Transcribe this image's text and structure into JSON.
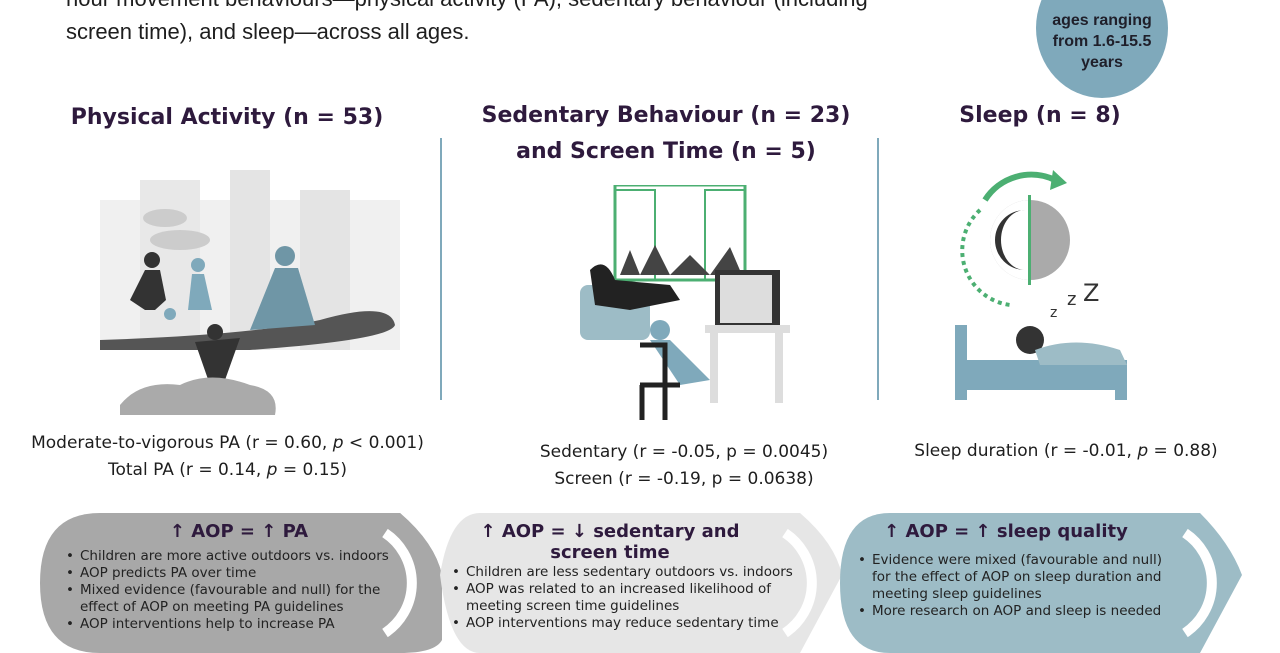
{
  "intro": {
    "line1": "hour movement behaviours—physical activity (PA), sedentary behaviour (including",
    "line2": "screen time), and sleep—across all ages."
  },
  "badge": {
    "lines": [
      "ages ranging",
      "from 1.6-15.5",
      "years"
    ]
  },
  "sections": [
    {
      "heading": [
        "Physical Activity (n = 53)"
      ],
      "stats": [
        "Moderate-to-vigorous PA (r = 0.60, |p| < 0.001)",
        "Total PA (r = 0.14, |p| = 0.15)"
      ],
      "box": {
        "title": [
          "↑ AOP = ↑ PA"
        ],
        "bullets": [
          "Children are more active outdoors vs. indoors",
          "AOP predicts PA over time",
          "Mixed evidence (favourable and null) for the effect of AOP on meeting PA guidelines",
          "AOP interventions help to increase PA"
        ]
      }
    },
    {
      "heading": [
        "Sedentary Behaviour (n = 23)",
        "and Screen Time (n = 5)"
      ],
      "stats": [
        "Sedentary (r = -0.05, p = 0.0045)",
        "Screen (r = -0.19, p = 0.0638)"
      ],
      "box": {
        "title": [
          "↑ AOP = ↓ sedentary and",
          "screen time"
        ],
        "bullets": [
          "Children are less sedentary outdoors vs. indoors",
          "AOP was related to an increased likelihood of meeting screen time guidelines",
          "AOP interventions may reduce sedentary time"
        ]
      }
    },
    {
      "heading": [
        "Sleep (n = 8)"
      ],
      "stats": [
        "Sleep duration (r = -0.01, |p| = 0.88)"
      ],
      "box": {
        "title": [
          "↑ AOP = ↑ sleep quality"
        ],
        "bullets": [
          "Evidence were mixed (favourable and null) for the effect of AOP on sleep duration and meeting sleep guidelines",
          "More research on AOP and sleep is needed"
        ]
      }
    }
  ],
  "sleep_icon": {
    "letters": [
      "z",
      "z",
      "Z"
    ]
  },
  "colors": {
    "heading": "#2e1a3d",
    "teal": "#7fa9bb",
    "pa_box": "#a8a8a8",
    "sed_box": "#e6e6e6",
    "sleep_box": "#9dbcc6",
    "green": "#4caf72"
  }
}
